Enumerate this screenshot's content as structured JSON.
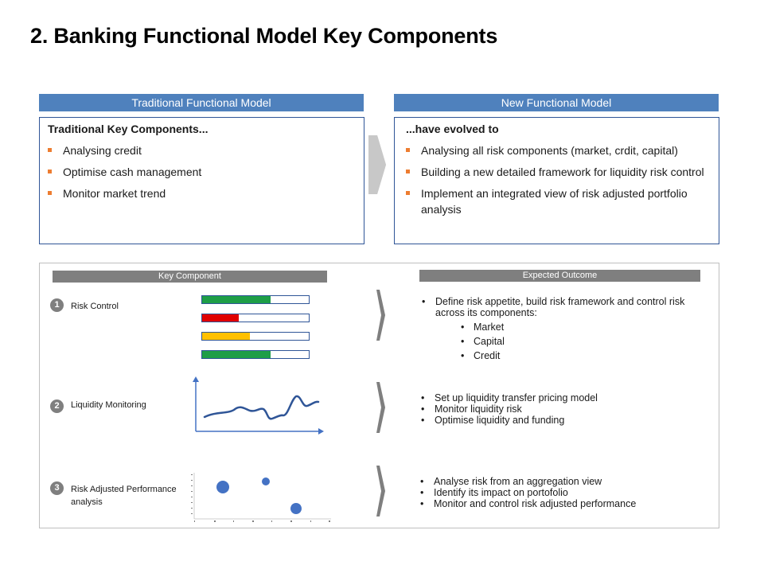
{
  "title": "2. Banking Functional Model Key Components",
  "traditional": {
    "header": "Traditional Functional Model",
    "box_title": "Traditional Key Components...",
    "items": [
      "Analysing credit",
      "Optimise cash management",
      "Monitor market trend"
    ]
  },
  "new_model": {
    "header": "New Functional Model",
    "box_title": "...have evolved to",
    "items": [
      "Analysing all risk components  (market, crdit, capital)",
      "Building a new detailed framework  for liquidity risk control",
      "Implement  an integrated view of risk adjusted portfolio analysis"
    ]
  },
  "grid": {
    "key_component_header": "Key Component",
    "expected_outcome_header": "Expected  Outcome",
    "rows": [
      {
        "number": "1",
        "label": "Risk Control",
        "outcomes": [
          "Define risk appetite, build risk framework and control risk across its components:"
        ],
        "sub_items": [
          "Market",
          "Capital",
          "Credit"
        ]
      },
      {
        "number": "2",
        "label": "Liquidity Monitoring",
        "outcomes": [
          "Set up liquidity transfer pricing model",
          "Monitor liquidity risk",
          "Optimise liquidity and funding"
        ]
      },
      {
        "number": "3",
        "label": "Risk Adjusted Performance analysis",
        "outcomes": [
          "Analyse risk from an aggregation view",
          "Identify its impact on portofolio",
          "Monitor and control risk adjusted performance"
        ]
      }
    ]
  },
  "risk_bars": [
    {
      "fill": 0.64,
      "color": "#1e9e47"
    },
    {
      "fill": 0.34,
      "color": "#e00000"
    },
    {
      "fill": 0.45,
      "color": "#ffc000"
    },
    {
      "fill": 0.64,
      "color": "#1e9e47"
    }
  ],
  "colors": {
    "header_blue": "#4f81bd",
    "box_border": "#2f5597",
    "bullet_orange": "#ed7d31",
    "grey_header": "#7f7f7f",
    "line_color": "#2f5597",
    "axis_color": "#4472c4",
    "scatter_color": "#4472c4"
  },
  "icons": {
    "transition_arrow": "chevron-right-icon",
    "row_arrow": "chevron-right-icon",
    "liquidity_chart": "line-chart-icon",
    "performance_chart": "bubble-chart-icon"
  }
}
